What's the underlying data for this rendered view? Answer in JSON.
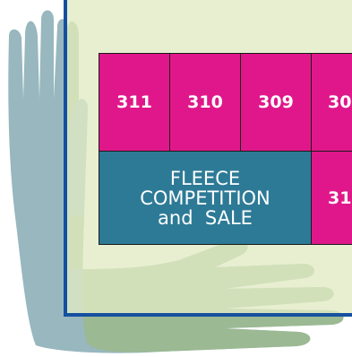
{
  "booths": {
    "b311": "311",
    "b310": "310",
    "b309": "309",
    "b308": "30",
    "b31x": "31"
  },
  "fleece_area": {
    "line1": "FLEECE",
    "line2": "COMPETITION",
    "line3": "and  SALE"
  },
  "colors": {
    "booth": "#e0178a",
    "fleece_area": "#2d7a96",
    "hall_floor": "#e2eac4",
    "wall": "#1550a0",
    "hand_blue": "#98b7bf",
    "hand_green": "#9bb993"
  },
  "icons": {
    "hand_decoration": "hand-icon"
  }
}
